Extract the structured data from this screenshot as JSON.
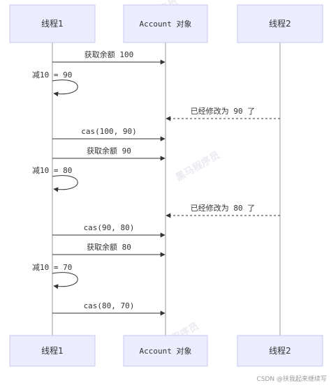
{
  "participants": [
    {
      "id": "t1",
      "label": "线程1"
    },
    {
      "id": "acc",
      "label": "Account 对象"
    },
    {
      "id": "t2",
      "label": "线程2"
    }
  ],
  "messages": [
    {
      "from": "t1",
      "to": "acc",
      "text": "获取余额 100",
      "style": "solid"
    },
    {
      "from": "t1",
      "to": "t1",
      "text": "减10 = 90",
      "style": "self"
    },
    {
      "from": "t2",
      "to": "acc",
      "text": "已经修改为 90 了",
      "style": "dashed"
    },
    {
      "from": "t1",
      "to": "acc",
      "text": "cas(100, 90)",
      "style": "solid"
    },
    {
      "from": "t1",
      "to": "acc",
      "text": "获取余额 90",
      "style": "solid"
    },
    {
      "from": "t1",
      "to": "t1",
      "text": "减10 = 80",
      "style": "self"
    },
    {
      "from": "t2",
      "to": "acc",
      "text": "已经修改为 80 了",
      "style": "dashed"
    },
    {
      "from": "t1",
      "to": "acc",
      "text": "cas(90, 80)",
      "style": "solid"
    },
    {
      "from": "t1",
      "to": "acc",
      "text": "获取余额 80",
      "style": "solid"
    },
    {
      "from": "t1",
      "to": "t1",
      "text": "减10 = 70",
      "style": "self"
    },
    {
      "from": "t1",
      "to": "acc",
      "text": "cas(80, 70)",
      "style": "solid"
    }
  ],
  "watermark": "黑马程序员",
  "credit": "CSDN @扶我起来继续写"
}
